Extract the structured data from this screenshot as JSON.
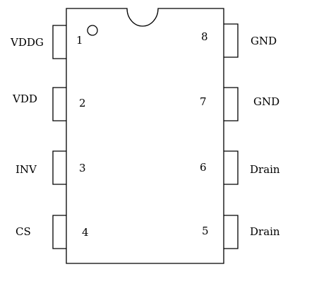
{
  "package": {
    "left_pins": [
      {
        "number": "1",
        "label": "VDDG"
      },
      {
        "number": "2",
        "label": "VDD"
      },
      {
        "number": "3",
        "label": "INV"
      },
      {
        "number": "4",
        "label": "CS"
      }
    ],
    "right_pins": [
      {
        "number": "8",
        "label": "GND"
      },
      {
        "number": "7",
        "label": "GND"
      },
      {
        "number": "6",
        "label": "Drain"
      },
      {
        "number": "5",
        "label": "Drain"
      }
    ]
  }
}
